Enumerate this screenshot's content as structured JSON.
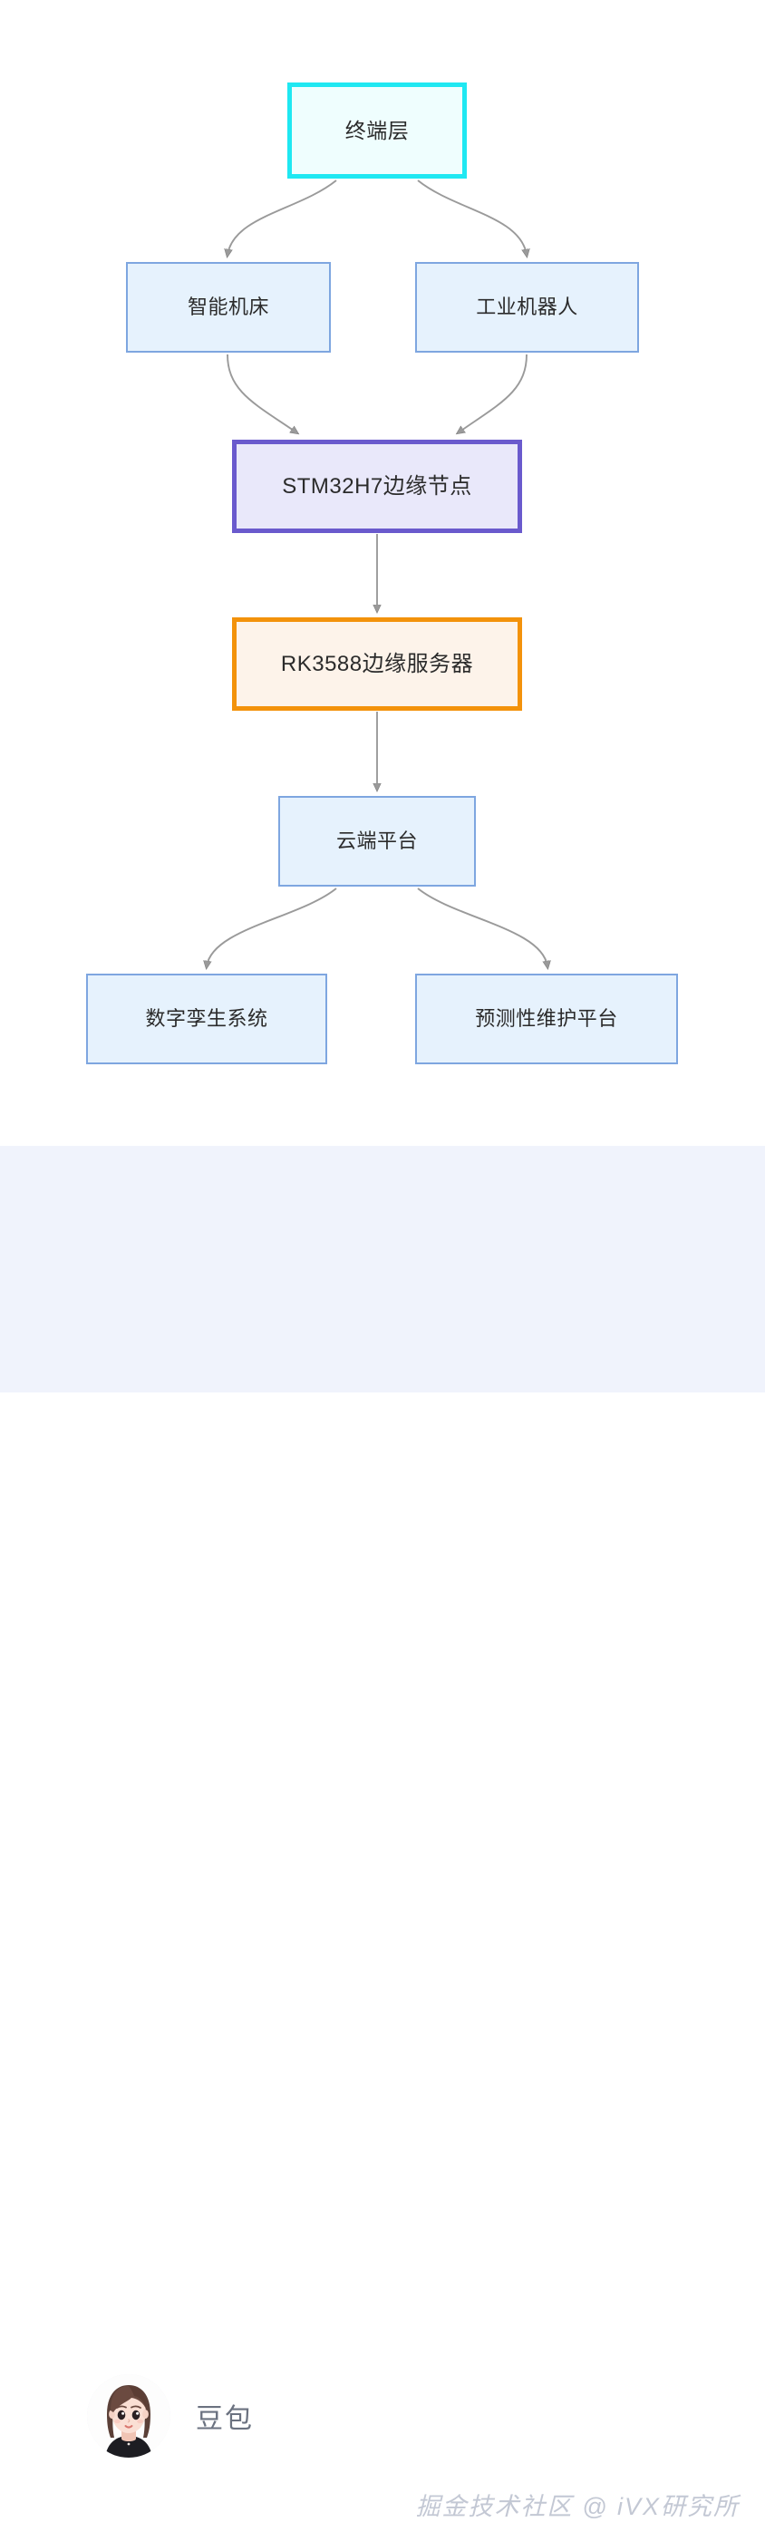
{
  "diagram": {
    "type": "flowchart",
    "direction": "top-to-bottom",
    "nodes": [
      {
        "id": "terminal",
        "label": "终端层",
        "style": "cyan"
      },
      {
        "id": "cnc",
        "label": "智能机床",
        "style": "blue"
      },
      {
        "id": "robot",
        "label": "工业机器人",
        "style": "blue"
      },
      {
        "id": "stm32",
        "label": "STM32H7边缘节点",
        "style": "purple"
      },
      {
        "id": "rk3588",
        "label": "RK3588边缘服务器",
        "style": "orange"
      },
      {
        "id": "cloud",
        "label": "云端平台",
        "style": "blue"
      },
      {
        "id": "twin",
        "label": "数字孪生系统",
        "style": "blue"
      },
      {
        "id": "maint",
        "label": "预测性维护平台",
        "style": "blue"
      }
    ],
    "edges": [
      {
        "from": "terminal",
        "to": "cnc"
      },
      {
        "from": "terminal",
        "to": "robot"
      },
      {
        "from": "cnc",
        "to": "stm32"
      },
      {
        "from": "robot",
        "to": "stm32"
      },
      {
        "from": "stm32",
        "to": "rk3588"
      },
      {
        "from": "rk3588",
        "to": "cloud"
      },
      {
        "from": "cloud",
        "to": "twin"
      },
      {
        "from": "cloud",
        "to": "maint"
      }
    ],
    "colors": {
      "edge_stroke": "#9a9a9a",
      "cyan_border": "#1fe8f2",
      "cyan_fill": "#effefe",
      "blue_border": "#7ea6e0",
      "blue_fill": "#e6f2fd",
      "purple_border": "#6a5acd",
      "purple_fill": "#e9e8fa",
      "orange_border": "#f3920b",
      "orange_fill": "#fdf3ea",
      "text": "#2b2b2b"
    }
  },
  "footer": {
    "author_name": "豆包",
    "avatar_alt": "avatar",
    "watermark": "掘金技术社区 @ iVX研究所",
    "background": "#f0f3fc"
  }
}
